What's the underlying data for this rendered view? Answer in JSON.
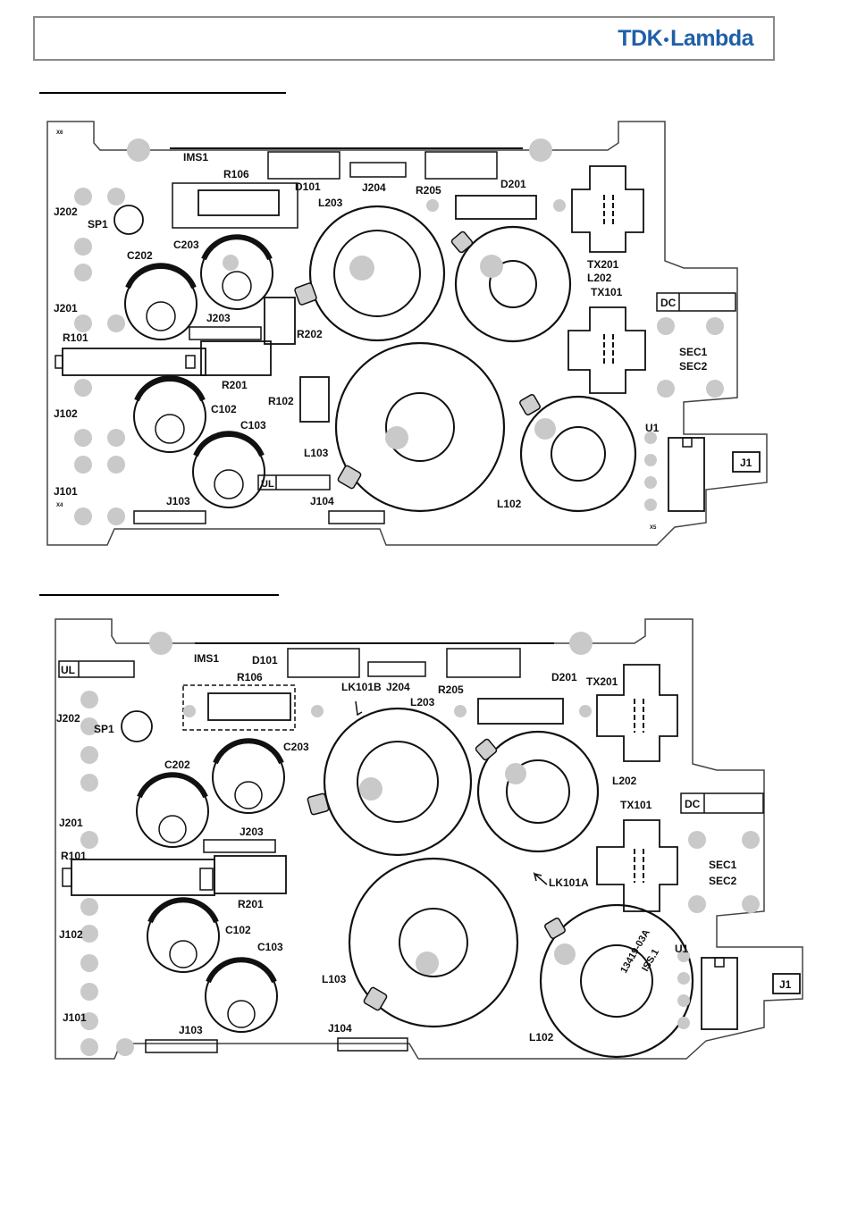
{
  "brand": {
    "logo_left": "TDK",
    "logo_right": "Lambda"
  },
  "board_top": {
    "labels": {
      "ims1": "IMS1",
      "r106": "R106",
      "d101": "D101",
      "j204": "J204",
      "r205": "R205",
      "d201": "D201",
      "l203": "L203",
      "j202": "J202",
      "sp1": "SP1",
      "c203": "C203",
      "c202": "C202",
      "tx201": "TX201",
      "l202": "L202",
      "tx101": "TX101",
      "dc": "DC",
      "j201": "J201",
      "j203": "J203",
      "r202": "R202",
      "r101": "R101",
      "sec1": "SEC1",
      "sec2": "SEC2",
      "r201": "R201",
      "r102": "R102",
      "c102": "C102",
      "j102": "J102",
      "c103": "C103",
      "u1": "U1",
      "l103": "L103",
      "ul": "UL",
      "j1": "J1",
      "j101": "J101",
      "j103": "J103",
      "j104": "J104",
      "l102": "L102",
      "x4": "X4",
      "x5": "X5",
      "x6": "X6"
    }
  },
  "board_bottom": {
    "labels": {
      "ims1": "IMS1",
      "d101": "D101",
      "ul": "UL",
      "r106": "R106",
      "lk101b": "LK101B",
      "j204": "J204",
      "r205": "R205",
      "d201": "D201",
      "tx201": "TX201",
      "l203": "L203",
      "j202": "J202",
      "sp1": "SP1",
      "c203": "C203",
      "c202": "C202",
      "l202": "L202",
      "dc": "DC",
      "tx101": "TX101",
      "j201": "J201",
      "j203": "J203",
      "r101": "R101",
      "sec1": "SEC1",
      "sec2": "SEC2",
      "r201": "R201",
      "lk101a": "LK101A",
      "j102": "J102",
      "c102": "C102",
      "u1": "U1",
      "c103": "C103",
      "l103": "L103",
      "j1": "J1",
      "j101": "J101",
      "j103": "J103",
      "j104": "J104",
      "l102": "L102",
      "part_no": "13419-03A",
      "issue": "ISS.1"
    }
  }
}
